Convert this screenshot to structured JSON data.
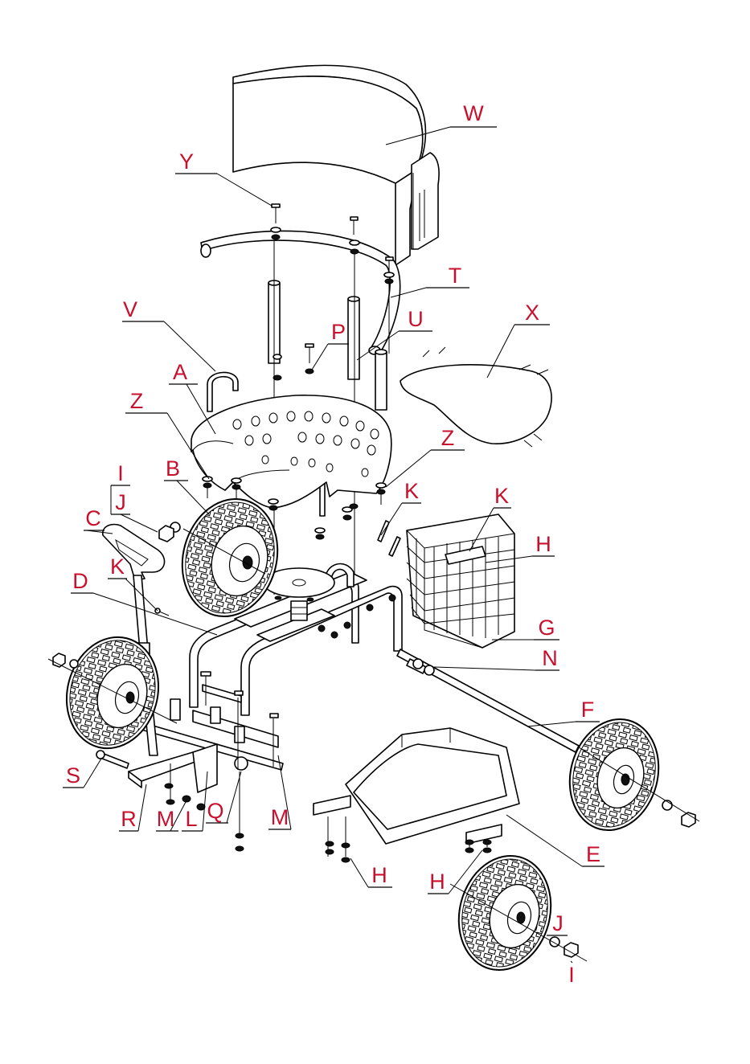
{
  "callouts": [
    {
      "id": "W",
      "label": "W"
    },
    {
      "id": "Y",
      "label": "Y"
    },
    {
      "id": "T",
      "label": "T"
    },
    {
      "id": "V",
      "label": "V"
    },
    {
      "id": "U",
      "label": "U"
    },
    {
      "id": "X",
      "label": "X"
    },
    {
      "id": "P",
      "label": "P"
    },
    {
      "id": "A",
      "label": "A"
    },
    {
      "id": "Z1",
      "label": "Z"
    },
    {
      "id": "Z2",
      "label": "Z"
    },
    {
      "id": "I1",
      "label": "I"
    },
    {
      "id": "B",
      "label": "B"
    },
    {
      "id": "J1",
      "label": "J"
    },
    {
      "id": "K1",
      "label": "K"
    },
    {
      "id": "K2",
      "label": "K"
    },
    {
      "id": "C",
      "label": "C"
    },
    {
      "id": "H1",
      "label": "H"
    },
    {
      "id": "K3",
      "label": "K"
    },
    {
      "id": "D",
      "label": "D"
    },
    {
      "id": "G",
      "label": "G"
    },
    {
      "id": "N",
      "label": "N"
    },
    {
      "id": "F",
      "label": "F"
    },
    {
      "id": "S",
      "label": "S"
    },
    {
      "id": "R",
      "label": "R"
    },
    {
      "id": "M1",
      "label": "M"
    },
    {
      "id": "L",
      "label": "L"
    },
    {
      "id": "Q",
      "label": "Q"
    },
    {
      "id": "M2",
      "label": "M"
    },
    {
      "id": "E",
      "label": "E"
    },
    {
      "id": "H2",
      "label": "H"
    },
    {
      "id": "H3",
      "label": "H"
    },
    {
      "id": "J2",
      "label": "J"
    },
    {
      "id": "I2",
      "label": "I"
    }
  ]
}
